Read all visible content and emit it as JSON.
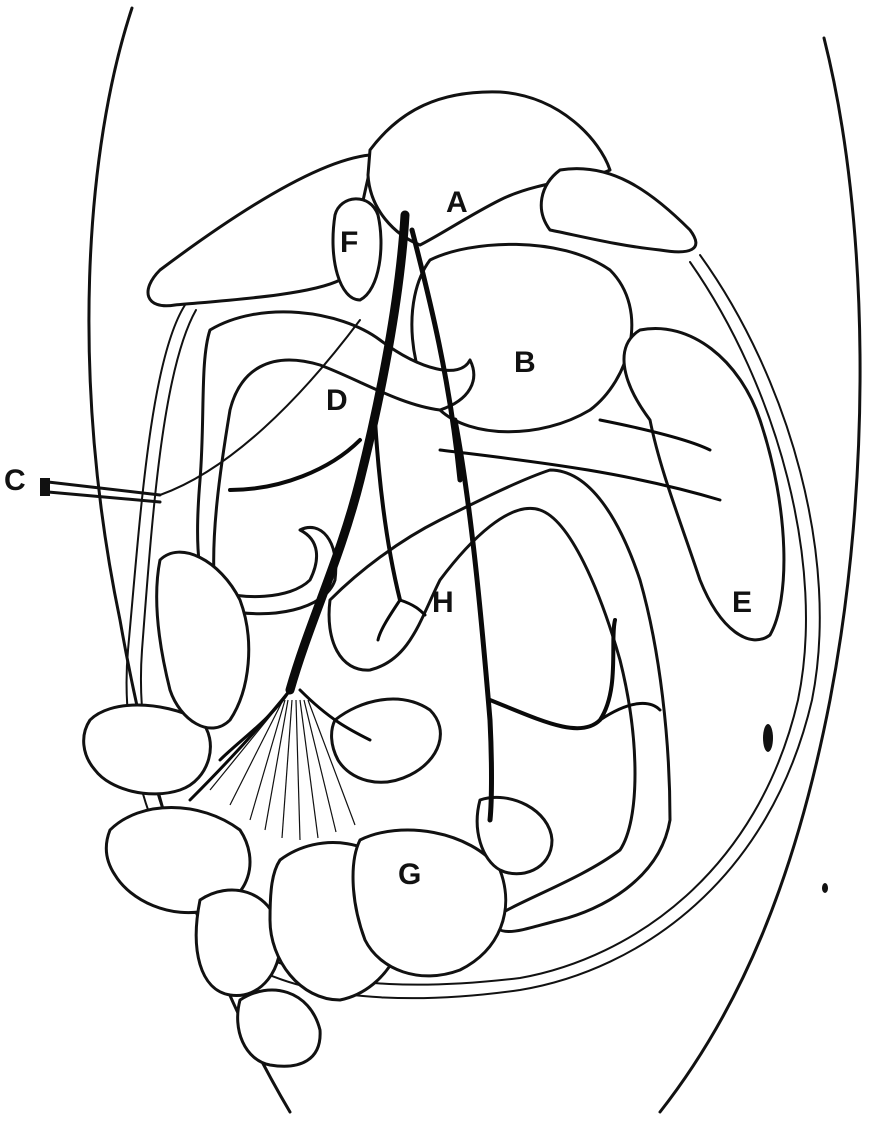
{
  "labels": {
    "A": "A",
    "B": "B",
    "C": "C",
    "D": "D",
    "E": "E",
    "F": "F",
    "G": "G",
    "H": "H"
  },
  "colors": {
    "ink": "#111111",
    "background": "#ffffff"
  }
}
